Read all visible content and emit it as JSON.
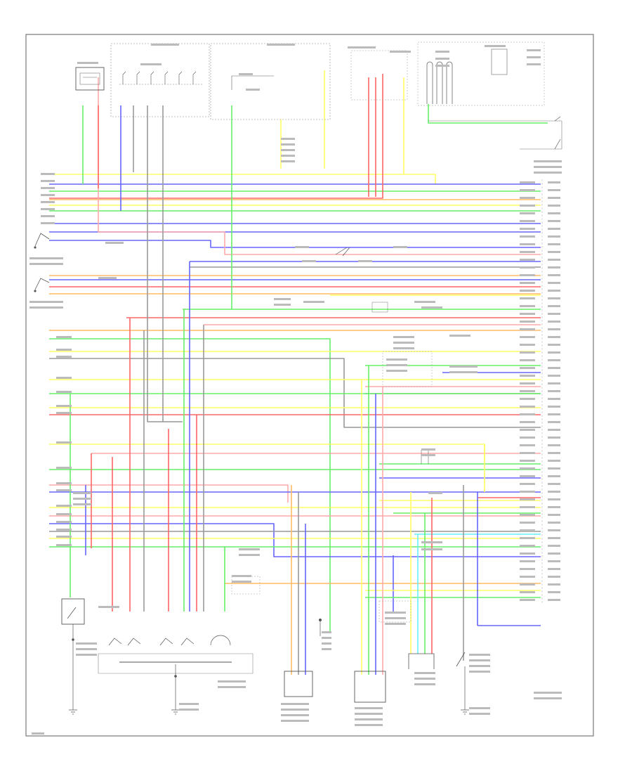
{
  "diagram": {
    "footer_code": "",
    "colors": {
      "yellow": "#ffff66",
      "green": "#66ee66",
      "red": "#ff6666",
      "blue": "#6666ff",
      "pink": "#ffaaaa",
      "orange": "#ffbb66",
      "cyan": "#66eeff",
      "gray": "#999999"
    },
    "components": [
      {
        "id": "ecm-top-left",
        "label": ""
      },
      {
        "id": "trans-range-switch-top",
        "label": ""
      },
      {
        "id": "fuse-box",
        "label": ""
      },
      {
        "id": "shift-lock-solenoid",
        "label": ""
      },
      {
        "id": "shift-control-module",
        "label": ""
      },
      {
        "id": "overdrive-off-switch",
        "label": ""
      },
      {
        "id": "brake-pedal-position-switch",
        "label": ""
      },
      {
        "id": "pcm",
        "label": ""
      },
      {
        "id": "clutch-switch",
        "label": ""
      },
      {
        "id": "transmission-range-switch",
        "label": ""
      },
      {
        "id": "counter-shaft-speed-sensor",
        "label": ""
      },
      {
        "id": "fuel-tank-pressure-sensor",
        "label": ""
      },
      {
        "id": "vss",
        "label": ""
      },
      {
        "id": "ground-g101",
        "label": ""
      },
      {
        "id": "ground-g201",
        "label": ""
      },
      {
        "id": "ground-g401",
        "label": ""
      }
    ]
  }
}
